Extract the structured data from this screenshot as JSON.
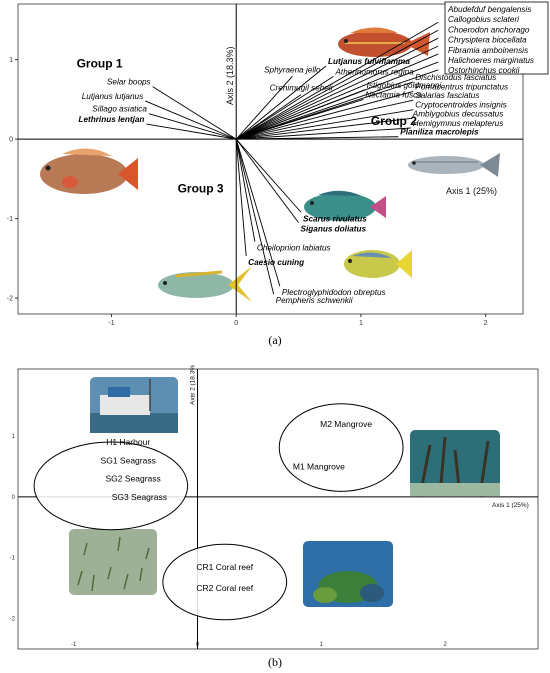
{
  "labels": {
    "panel_a": "(a)",
    "panel_b": "(b)"
  },
  "colors": {
    "axis": "#000000",
    "frame": "#333333"
  },
  "chart_data": [
    {
      "type": "scatter",
      "subtype": "biplot",
      "axis_x_label": "Axis 1 (25%)",
      "axis_y_label": "Axis 2 (18.3%)",
      "xlim": [
        -1.75,
        2.3
      ],
      "ylim": [
        -2.2,
        1.7
      ],
      "xticks": [
        -1,
        0,
        1,
        2
      ],
      "yticks": [
        -2,
        -1,
        0,
        1
      ],
      "groups": [
        {
          "label": "Group 1",
          "x": -1.28,
          "y": 0.9
        },
        {
          "label": "Group 2",
          "x": 1.08,
          "y": 0.18
        },
        {
          "label": "Group 3",
          "x": -0.47,
          "y": -0.67
        }
      ],
      "vectors": [
        {
          "name": "Selar boops",
          "x": -0.67,
          "y": 0.66,
          "bold": false
        },
        {
          "name": "Lutjanus lutjanus",
          "x": -0.73,
          "y": 0.48,
          "bold": false
        },
        {
          "name": "Sillago asiatica",
          "x": -0.7,
          "y": 0.32,
          "bold": false
        },
        {
          "name": "Lethrinus lentjan",
          "x": -0.72,
          "y": 0.19,
          "bold": true
        },
        {
          "name": "Sphyraena jello",
          "x": 0.45,
          "y": 0.79,
          "bold": false
        },
        {
          "name": "Crenimugil seheli",
          "x": 0.52,
          "y": 0.56,
          "bold": false
        },
        {
          "name": "Lutjanus fulviflamma",
          "x": 0.72,
          "y": 0.92,
          "bold": true
        },
        {
          "name": "Atherinomorus regina",
          "x": 0.78,
          "y": 0.79,
          "bold": false
        },
        {
          "name": "Abudefduf bengalensis",
          "x": 1.62,
          "y": 1.47,
          "bold": false
        },
        {
          "name": "Callogobius sclateri",
          "x": 1.62,
          "y": 1.37,
          "bold": false
        },
        {
          "name": "Choerodon anchorago",
          "x": 1.62,
          "y": 1.27,
          "bold": false
        },
        {
          "name": "Chrysiptera biocellata",
          "x": 1.62,
          "y": 1.17,
          "bold": false
        },
        {
          "name": "Fibramia amboinensis",
          "x": 1.62,
          "y": 1.07,
          "bold": false
        },
        {
          "name": "Halichoeres marginatus",
          "x": 1.62,
          "y": 0.97,
          "bold": false
        },
        {
          "name": "Ostorhinchus cookii",
          "x": 1.62,
          "y": 0.87,
          "bold": false
        },
        {
          "name": "Istigobius goldmanni",
          "x": 1.03,
          "y": 0.62,
          "bold": false
        },
        {
          "name": "Nectamia fusca",
          "x": 1.02,
          "y": 0.5,
          "bold": false
        },
        {
          "name": "Dischistodus fasciatus",
          "x": 1.42,
          "y": 0.72,
          "bold": false
        },
        {
          "name": "Pomacentrus tripunctatus",
          "x": 1.42,
          "y": 0.6,
          "bold": false
        },
        {
          "name": "Salarias fasciatus",
          "x": 1.42,
          "y": 0.49,
          "bold": false
        },
        {
          "name": "Cryptocentroides insignis",
          "x": 1.42,
          "y": 0.37,
          "bold": false
        },
        {
          "name": "Amblygobius decussatus",
          "x": 1.4,
          "y": 0.26,
          "bold": false
        },
        {
          "name": "Hemigymnus melapterus",
          "x": 1.4,
          "y": 0.14,
          "bold": false
        },
        {
          "name": "Planiliza macrolepis",
          "x": 1.3,
          "y": 0.03,
          "bold": true
        },
        {
          "name": "Scarus rivulatus",
          "x": 0.52,
          "y": -0.92,
          "bold": true
        },
        {
          "name": "Siganus doliatus",
          "x": 0.5,
          "y": -1.05,
          "bold": true
        },
        {
          "name": "Cheilopriion labiatus",
          "x": 0.15,
          "y": -1.29,
          "bold": false
        },
        {
          "name": "Caesio cuning",
          "x": 0.08,
          "y": -1.47,
          "bold": true
        },
        {
          "name": "Plectroglyphidodon obreptus",
          "x": 0.35,
          "y": -1.85,
          "bold": false
        },
        {
          "name": "Pempheris schwenkii",
          "x": 0.3,
          "y": -1.95,
          "bold": false
        }
      ]
    },
    {
      "type": "scatter",
      "subtype": "site-ordination",
      "axis_x_label": "Axis 1 (25%)",
      "axis_y_label": "Axis 2 (18.3%)",
      "xlim": [
        -1.45,
        2.75
      ],
      "ylim": [
        -2.5,
        2.1
      ],
      "xticks": [
        -1,
        0,
        1,
        2
      ],
      "yticks": [
        -2,
        -1,
        0,
        1
      ],
      "clusters": [
        {
          "cx": -0.7,
          "cy": 0.18,
          "rx": 0.62,
          "ry": 0.72,
          "sites": [
            {
              "label": "H1 Harbour",
              "x": -0.56,
              "y": 0.85
            },
            {
              "label": "SG1 Seagrass",
              "x": -0.56,
              "y": 0.55
            },
            {
              "label": "SG2 Seagrass",
              "x": -0.52,
              "y": 0.25
            },
            {
              "label": "SG3 Seagrass",
              "x": -0.47,
              "y": -0.05
            }
          ]
        },
        {
          "cx": 1.16,
          "cy": 0.81,
          "rx": 0.5,
          "ry": 0.72,
          "sites": [
            {
              "label": "M2 Mangrove",
              "x": 1.2,
              "y": 1.15
            },
            {
              "label": "M1 Mangrove",
              "x": 0.98,
              "y": 0.45
            }
          ]
        },
        {
          "cx": 0.22,
          "cy": -1.4,
          "rx": 0.5,
          "ry": 0.62,
          "sites": [
            {
              "label": "CR1 Coral reef",
              "x": 0.22,
              "y": -1.2
            },
            {
              "label": "CR2 Coral reef",
              "x": 0.22,
              "y": -1.55
            }
          ]
        }
      ]
    }
  ]
}
